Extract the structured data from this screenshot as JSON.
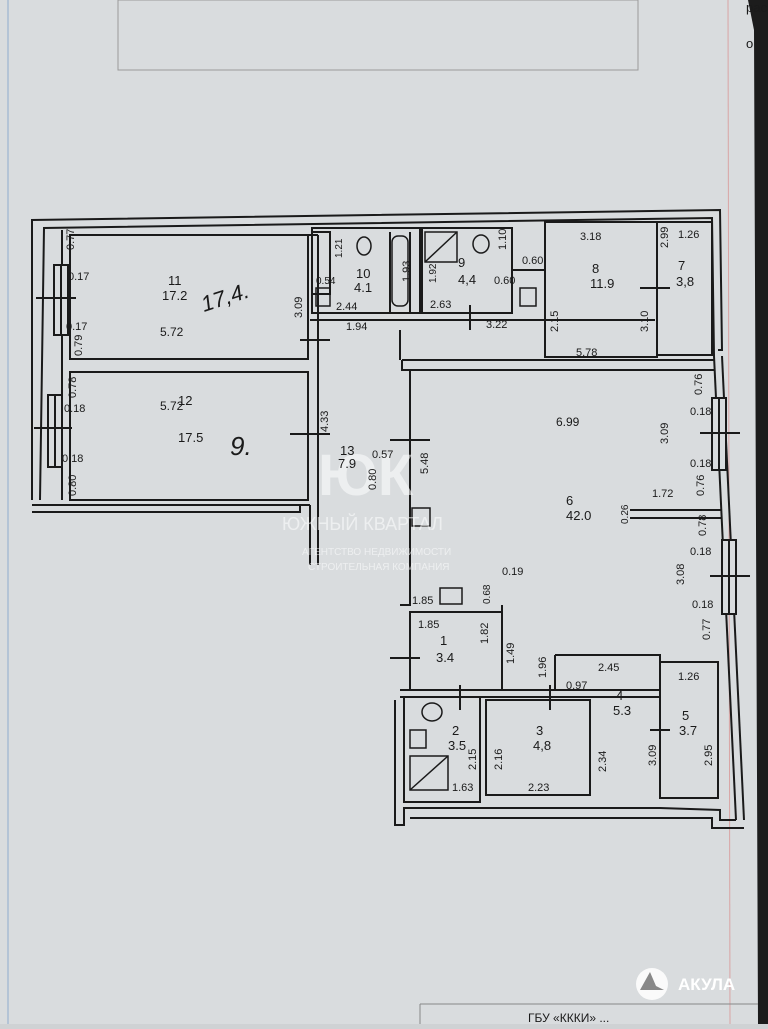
{
  "corner_marks": [
    "рас",
    "о"
  ],
  "watermark": {
    "monogram": "ЮК",
    "name": "ЮЖНЫЙ КВАРТАЛ",
    "line1": "АГЕНТСТВО НЕДВИЖИМОСТИ",
    "line2": "СТРОИТЕЛЬНАЯ КОМПАНИЯ"
  },
  "logo": {
    "text": "АКУЛА"
  },
  "bottom_stamp": "ГБУ «КККИ» ...",
  "rooms": [
    {
      "id": "r1",
      "number": "1",
      "area": "3.4"
    },
    {
      "id": "r2",
      "number": "2",
      "area": "3.5"
    },
    {
      "id": "r3",
      "number": "3",
      "area": "4,8"
    },
    {
      "id": "r4",
      "number": "4",
      "area": "5.3"
    },
    {
      "id": "r5",
      "number": "5",
      "area": "3.7"
    },
    {
      "id": "r6",
      "number": "6",
      "area": "42.0"
    },
    {
      "id": "r7",
      "number": "7",
      "area": "3,8"
    },
    {
      "id": "r8",
      "number": "8",
      "area": "11.9"
    },
    {
      "id": "r9",
      "number": "9",
      "area": "4,4"
    },
    {
      "id": "r10",
      "number": "10",
      "area": "4.1"
    },
    {
      "id": "r11",
      "number": "11",
      "area": "17.2"
    },
    {
      "id": "r12",
      "number": "12",
      "area": "17.5"
    },
    {
      "id": "r13",
      "number": "13",
      "area": "7.9"
    }
  ],
  "handwritten": {
    "note1": "17,4.",
    "note2": "9."
  },
  "dimensions": [
    "0.77",
    "0.17",
    "0.17",
    "0.79",
    "5.72",
    "3.09",
    "0.78",
    "0.18",
    "0.18",
    "0.80",
    "5.72",
    "4.33",
    "1.21",
    "0.54",
    "2.44",
    "1.93",
    "1.92",
    "2.63",
    "1.10",
    "0.60",
    "0.60",
    "3.18",
    "1.26",
    "2.99",
    "3.22",
    "2.15",
    "3.10",
    "5.78",
    "1.94",
    "0.57",
    "0.80",
    "5.48",
    "6.99",
    "3.09",
    "0.76",
    "0.18",
    "0.18",
    "0.76",
    "1.72",
    "0.26",
    "0.78",
    "0.18",
    "3.08",
    "0.18",
    "0.77",
    "0.19",
    "0.68",
    "1.85",
    "1.85",
    "1.82",
    "1.49",
    "1.96",
    "2.45",
    "0.97",
    "1.26",
    "2.15",
    "2.16",
    "2.34",
    "3.09",
    "2.95",
    "1.63",
    "2.23"
  ]
}
